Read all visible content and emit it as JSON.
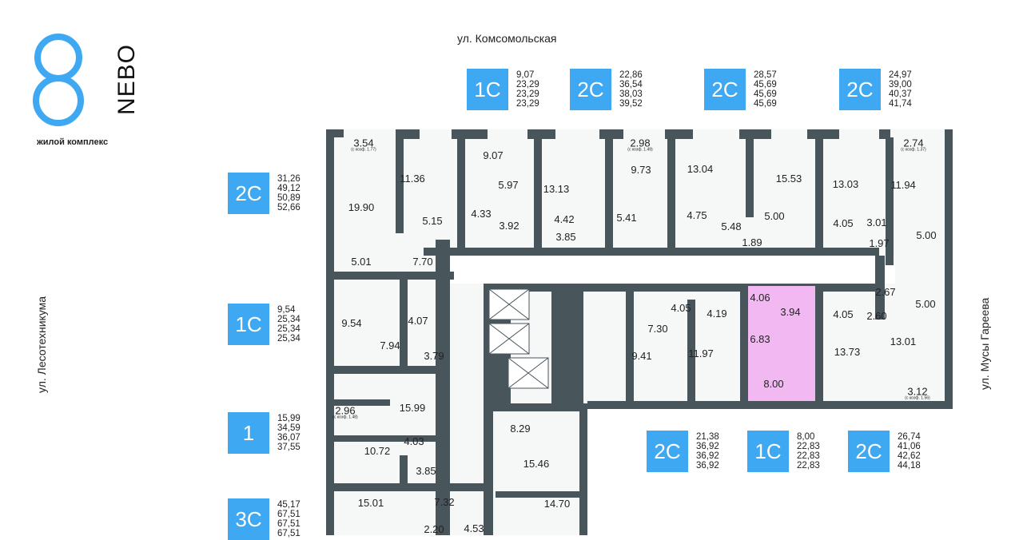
{
  "logo": {
    "brand": "NEBO",
    "subtitle": "жилой комплекс"
  },
  "streets": {
    "top": "ул. Комсомольская",
    "left": "ул. Лесотехникума",
    "right": "ул. Мусы Гареева"
  },
  "colors": {
    "badge": "#3ea8f2",
    "wall": "#48555b",
    "highlight": "#f2b8f2"
  },
  "units": [
    {
      "type": "1С",
      "areas": [
        "9,07",
        "23,29",
        "23,29",
        "23,29"
      ]
    },
    {
      "type": "2С",
      "areas": [
        "22,86",
        "36,54",
        "38,03",
        "39,52"
      ]
    },
    {
      "type": "2С",
      "areas": [
        "28,57",
        "45,69",
        "45,69",
        "45,69"
      ]
    },
    {
      "type": "2С",
      "areas": [
        "24,97",
        "39,00",
        "40,37",
        "41,74"
      ]
    },
    {
      "type": "2С",
      "areas": [
        "31,26",
        "49,12",
        "50,89",
        "52,66"
      ]
    },
    {
      "type": "1С",
      "areas": [
        "9,54",
        "25,34",
        "25,34",
        "25,34"
      ]
    },
    {
      "type": "1",
      "areas": [
        "15,99",
        "34,59",
        "36,07",
        "37,55"
      ]
    },
    {
      "type": "3С",
      "areas": [
        "45,17",
        "67,51",
        "67,51",
        "67,51"
      ]
    },
    {
      "type": "2С",
      "areas": [
        "21,38",
        "36,92",
        "36,92",
        "36,92"
      ]
    },
    {
      "type": "1С",
      "areas": [
        "8,00",
        "22,83",
        "22,83",
        "22,83"
      ]
    },
    {
      "type": "2С",
      "areas": [
        "26,74",
        "41,06",
        "42,62",
        "44,18"
      ]
    }
  ],
  "rooms": [
    "3.54",
    "11.36",
    "9.07",
    "5.97",
    "13.13",
    "2.98",
    "9.73",
    "13.04",
    "15.53",
    "13.03",
    "2.74",
    "11.94",
    "19.90",
    "5.15",
    "4.33",
    "3.92",
    "4.42",
    "3.85",
    "5.41",
    "4.75",
    "5.48",
    "5.00",
    "4.05",
    "3.01",
    "1.89",
    "1.97",
    "5.00",
    "5.01",
    "7.70",
    "9.54",
    "4.07",
    "7.94",
    "3.79",
    "4.05",
    "7.30",
    "4.19",
    "4.06",
    "3.94",
    "4.05",
    "2.67",
    "5.00",
    "2.60",
    "9.41",
    "11.97",
    "6.83",
    "13.73",
    "13.01",
    "8.00",
    "3.12",
    "2.96",
    "15.99",
    "8.29",
    "10.72",
    "4.03",
    "3.85",
    "15.46",
    "15.01",
    "7.32",
    "14.70",
    "2.20",
    "4.53"
  ],
  "coef": {
    "r0": "(с коэф. 1.77)",
    "r5": "(с коэф. 1.49)",
    "r10": "(с коэф. 1.37)",
    "r48": "(с коэф. 1.56)",
    "r49": "(с коэф. 1.48)"
  }
}
